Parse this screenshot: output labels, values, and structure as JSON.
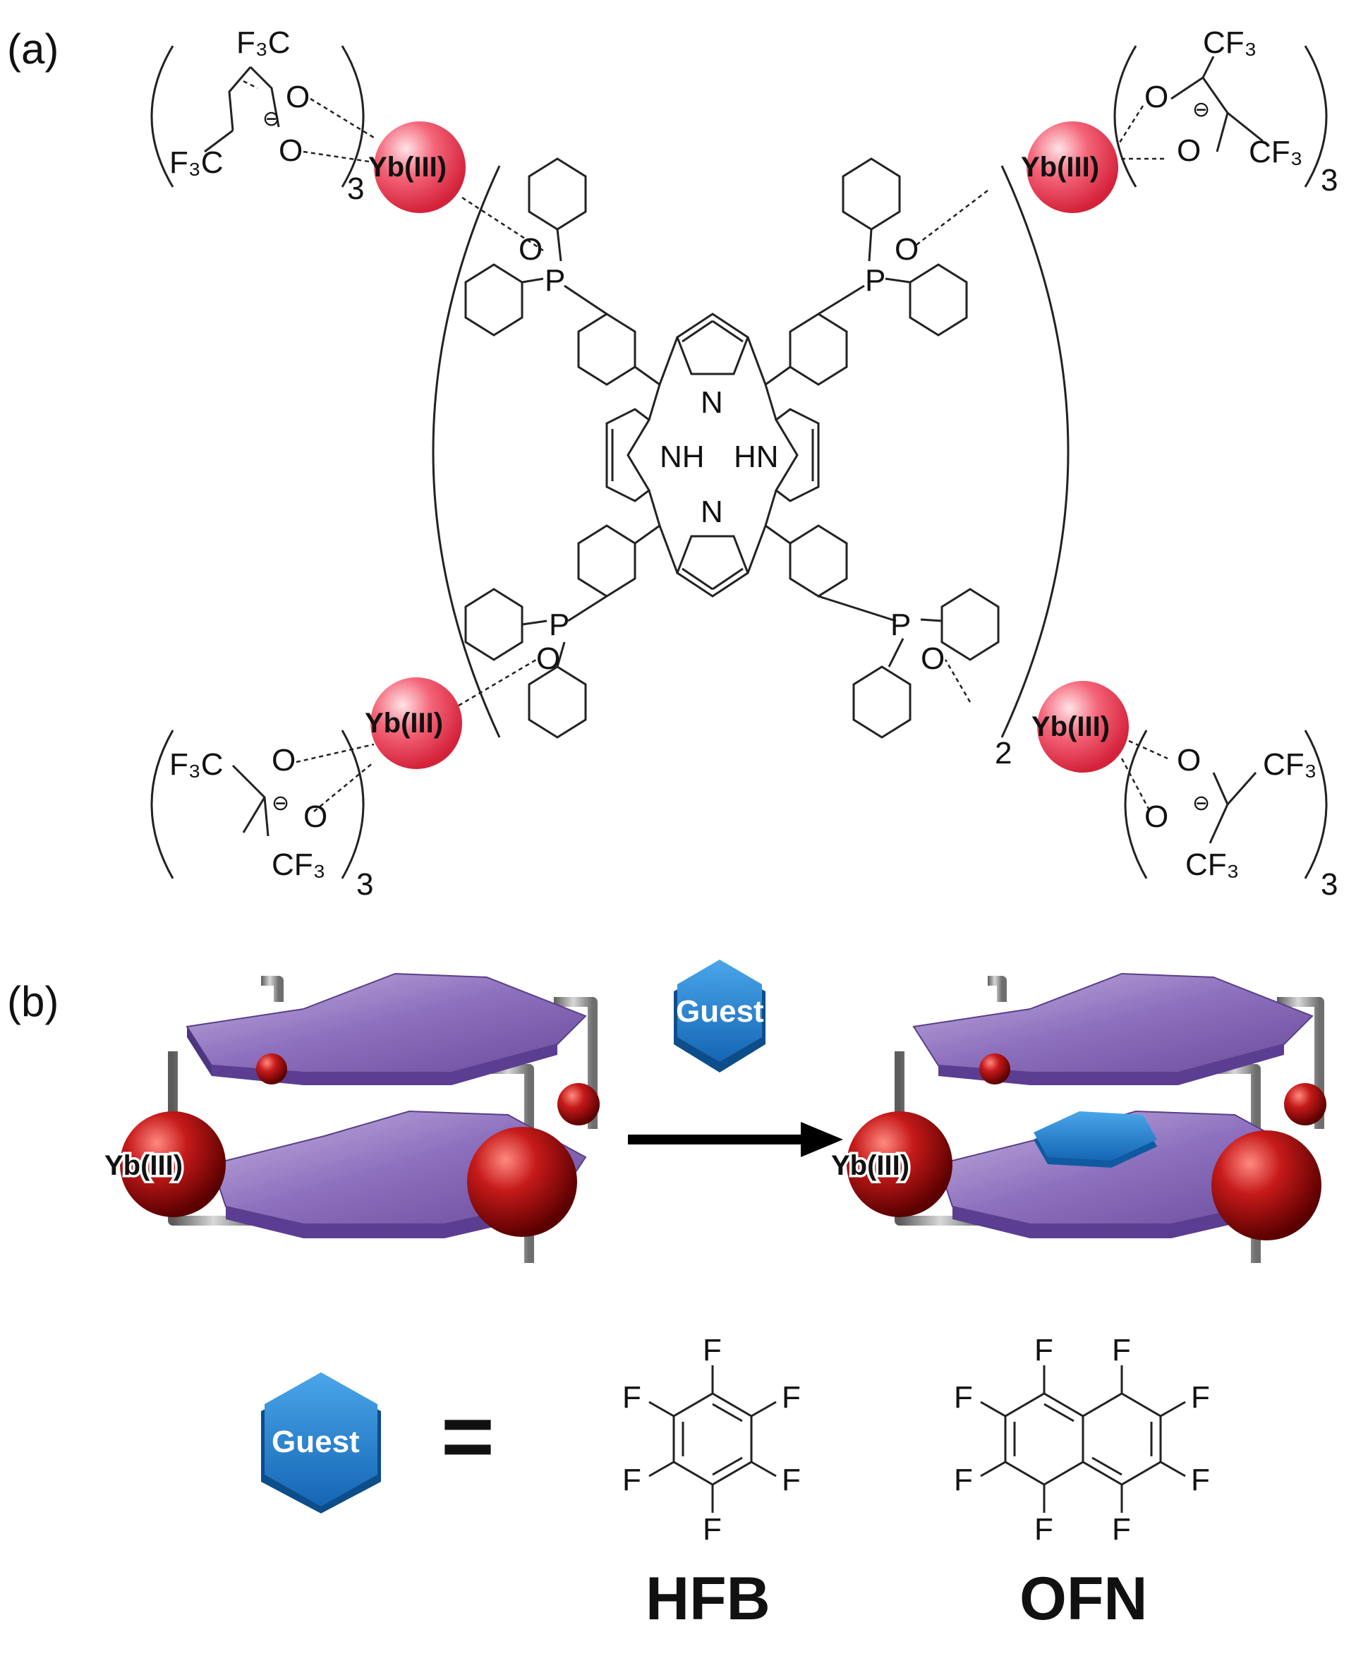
{
  "panel_a": {
    "label": "(a)",
    "metal": "Yb(III)",
    "porphyrin": {
      "N": "N",
      "NH": "NH",
      "HN": "HN"
    },
    "phosphine": {
      "P": "P",
      "O": "O"
    },
    "ligand": {
      "F3C": "F₃C",
      "CF3": "CF₃",
      "O": "O",
      "charge": "⊖"
    },
    "subscripts": {
      "three": "3",
      "two": "2"
    }
  },
  "panel_b": {
    "label": "(b)",
    "metal": "Yb(III)",
    "guest_label": "Guest",
    "equals": "=",
    "fluorine": "F",
    "compounds": [
      "HFB",
      "OFN"
    ]
  },
  "colors": {
    "yb_sphere": "#e8364a",
    "porphyrin_plate": "#7b5ea7",
    "guest_blue": "#1f7fd0",
    "linker_gray": "#8a8a8a",
    "red_sphere": "#b50f12"
  }
}
